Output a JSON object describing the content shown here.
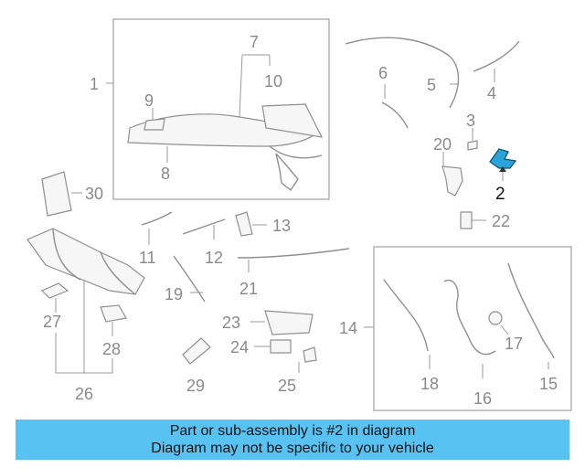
{
  "diagram": {
    "callouts": {
      "c1": "1",
      "c2": "2",
      "c3": "3",
      "c4": "4",
      "c5": "5",
      "c6": "6",
      "c7": "7",
      "c8": "8",
      "c9": "9",
      "c10": "10",
      "c11": "11",
      "c12": "12",
      "c13": "13",
      "c14": "14",
      "c15": "15",
      "c16": "16",
      "c17": "17",
      "c18": "18",
      "c19": "19",
      "c20": "20",
      "c21": "21",
      "c22": "22",
      "c23": "23",
      "c24": "24",
      "c25": "25",
      "c26": "26",
      "c27": "27",
      "c28": "28",
      "c29": "29",
      "c30": "30"
    },
    "highlighted_part": "2",
    "highlight_color": "#2aa4d8"
  },
  "banner": {
    "line1": "Part or sub-assembly is #2 in diagram",
    "line2": "Diagram may not be specific to your vehicle",
    "background": "#58c3f2"
  }
}
